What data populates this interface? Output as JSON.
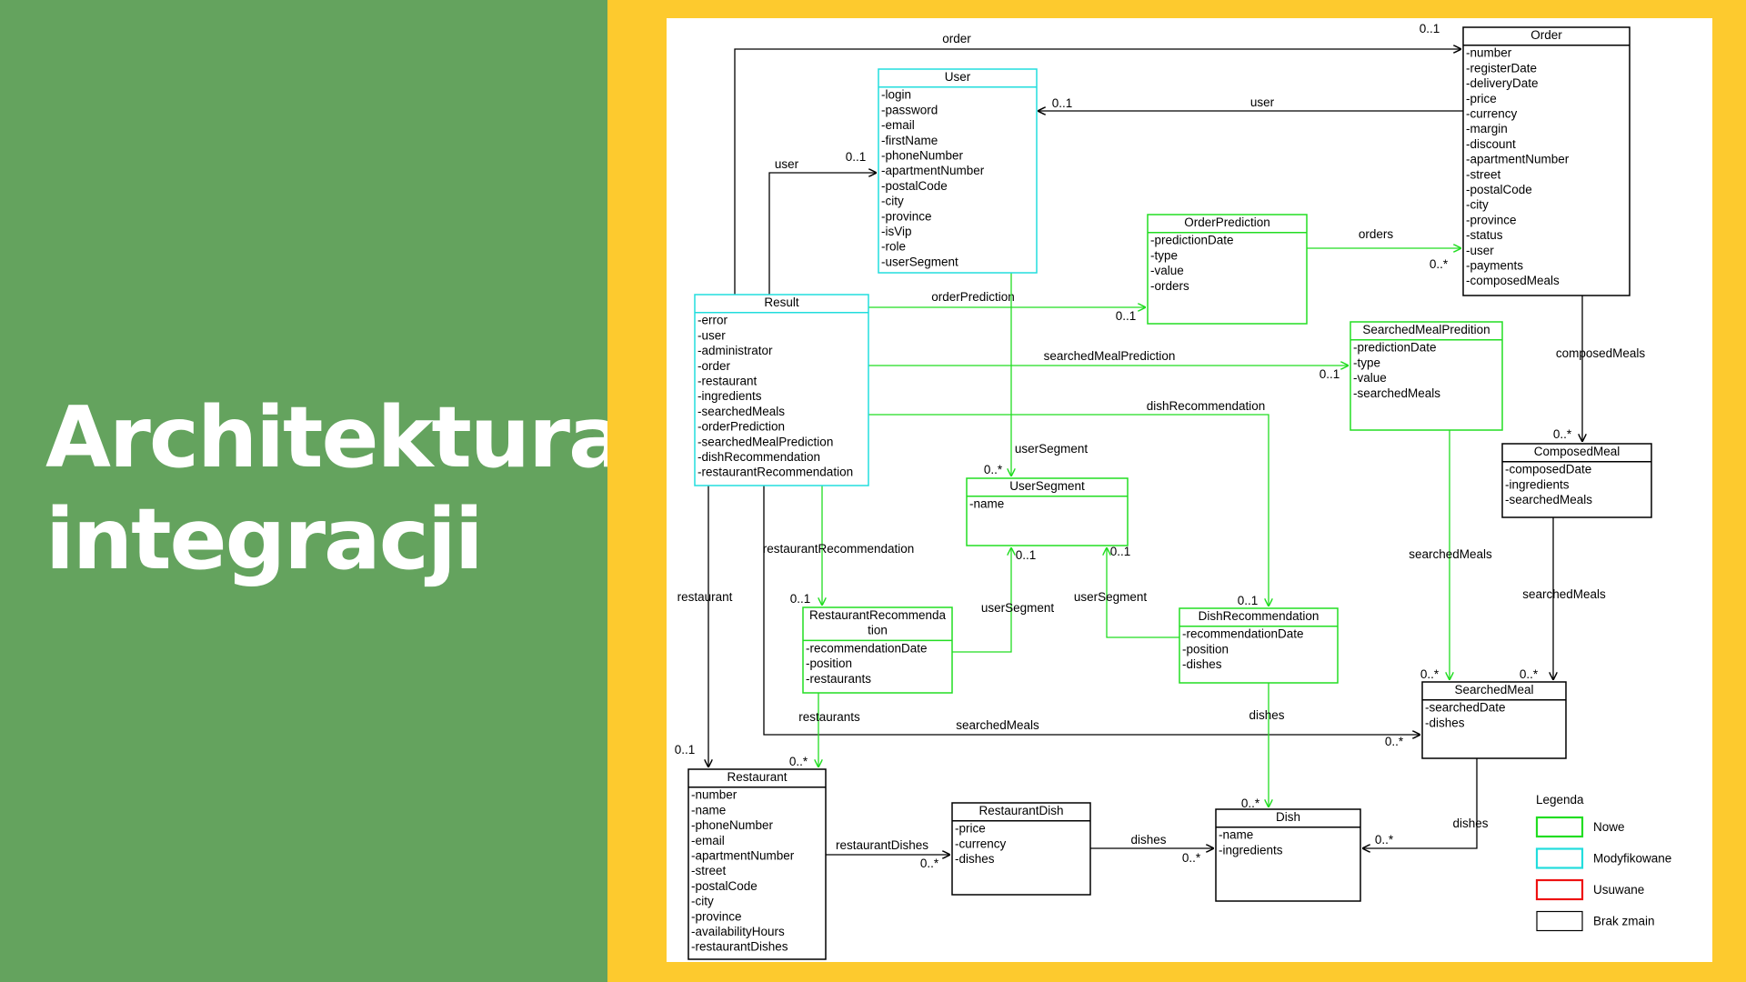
{
  "slide": {
    "title_line1": "Architektura",
    "title_line2": "integracji"
  },
  "colors": {
    "left": "#64a35e",
    "right": "#fdca2e",
    "new": "#22dd22",
    "modified": "#22dddd",
    "removed": "#ee1111",
    "unchanged": "#000000"
  },
  "classes": [
    {
      "id": "User",
      "name": "User",
      "status": "modified",
      "attrs": [
        "-login",
        "-password",
        "-email",
        "-firstName",
        "-phoneNumber",
        "-apartmentNumber",
        "-postalCode",
        "-city",
        "-province",
        "-isVip",
        "-role",
        "-userSegment"
      ]
    },
    {
      "id": "Order",
      "name": "Order",
      "status": "unchanged",
      "attrs": [
        "-number",
        "-registerDate",
        "-deliveryDate",
        "-price",
        "-currency",
        "-margin",
        "-discount",
        "-apartmentNumber",
        "-street",
        "-postalCode",
        "-city",
        "-province",
        "-status",
        "-user",
        "-payments",
        "-composedMeals"
      ]
    },
    {
      "id": "OrderPrediction",
      "name": "OrderPrediction",
      "status": "new",
      "attrs": [
        "-predictionDate",
        "-type",
        "-value",
        "-orders"
      ]
    },
    {
      "id": "Result",
      "name": "Result",
      "status": "modified",
      "attrs": [
        "-error",
        "-user",
        "-administrator",
        "-order",
        "-restaurant",
        "-ingredients",
        "-searchedMeals",
        "-orderPrediction",
        "-searchedMealPrediction",
        "-dishRecommendation",
        "-restaurantRecommendation"
      ]
    },
    {
      "id": "SearchedMealPredition",
      "name": "SearchedMealPredition",
      "status": "new",
      "attrs": [
        "-predictionDate",
        "-type",
        "-value",
        "-searchedMeals"
      ]
    },
    {
      "id": "ComposedMeal",
      "name": "ComposedMeal",
      "status": "unchanged",
      "attrs": [
        "-composedDate",
        "-ingredients",
        "-searchedMeals"
      ]
    },
    {
      "id": "UserSegment",
      "name": "UserSegment",
      "status": "new",
      "attrs": [
        "-name"
      ]
    },
    {
      "id": "RestaurantRecommendation",
      "name": "RestaurantRecommenda|tion",
      "status": "new",
      "attrs": [
        "-recommendationDate",
        "-position",
        "-restaurants"
      ]
    },
    {
      "id": "DishRecommendation",
      "name": "DishRecommendation",
      "status": "new",
      "attrs": [
        "-recommendationDate",
        "-position",
        "-dishes"
      ]
    },
    {
      "id": "SearchedMeal",
      "name": "SearchedMeal",
      "status": "unchanged",
      "attrs": [
        "-searchedDate",
        "-dishes"
      ]
    },
    {
      "id": "Restaurant",
      "name": "Restaurant",
      "status": "unchanged",
      "attrs": [
        "-number",
        "-name",
        "-phoneNumber",
        "-email",
        "-apartmentNumber",
        "-street",
        "-postalCode",
        "-city",
        "-province",
        "-availabilityHours",
        "-restaurantDishes"
      ]
    },
    {
      "id": "RestaurantDish",
      "name": "RestaurantDish",
      "status": "unchanged",
      "attrs": [
        "-price",
        "-currency",
        "-dishes"
      ]
    },
    {
      "id": "Dish",
      "name": "Dish",
      "status": "unchanged",
      "attrs": [
        "-name",
        "-ingredients"
      ]
    }
  ],
  "associations": [
    {
      "id": "result-order",
      "from": "Result",
      "to": "Order",
      "label": "order",
      "mult": "0..1",
      "status": "unchanged"
    },
    {
      "id": "order-user",
      "from": "Order",
      "to": "User",
      "label": "user",
      "mult": "0..1",
      "status": "unchanged"
    },
    {
      "id": "result-user",
      "from": "Result",
      "to": "User",
      "label": "user",
      "mult": "0..1",
      "status": "unchanged"
    },
    {
      "id": "orderprediction-order",
      "from": "OrderPrediction",
      "to": "Order",
      "label": "orders",
      "mult": "0..*",
      "status": "new"
    },
    {
      "id": "result-orderprediction",
      "from": "Result",
      "to": "OrderPrediction",
      "label": "orderPrediction",
      "mult": "0..1",
      "status": "new"
    },
    {
      "id": "result-searchedmealprediction",
      "from": "Result",
      "to": "SearchedMealPredition",
      "label": "searchedMealPrediction",
      "mult": "0..1",
      "status": "new"
    },
    {
      "id": "result-dishrecommendation",
      "from": "Result",
      "to": "DishRecommendation",
      "label": "dishRecommendation",
      "mult": "0..1",
      "status": "new"
    },
    {
      "id": "user-usersegment",
      "from": "User",
      "to": "UserSegment",
      "label": "userSegment",
      "mult": "0..*",
      "status": "new"
    },
    {
      "id": "order-composedmeal",
      "from": "Order",
      "to": "ComposedMeal",
      "label": "composedMeals",
      "mult": "0..*",
      "status": "unchanged"
    },
    {
      "id": "result-restaurantrecommendation",
      "from": "Result",
      "to": "RestaurantRecommendation",
      "label": "restaurantRecommendation",
      "mult": "0..1",
      "status": "new"
    },
    {
      "id": "result-restaurant",
      "from": "Result",
      "to": "Restaurant",
      "label": "restaurant",
      "mult": "0..1",
      "status": "unchanged"
    },
    {
      "id": "restaurantrecommendation-usersegment",
      "from": "RestaurantRecommendation",
      "to": "UserSegment",
      "label": "userSegment",
      "mult": "0..1",
      "status": "new"
    },
    {
      "id": "dishrecommendation-usersegment",
      "from": "DishRecommendation",
      "to": "UserSegment",
      "label": "userSegment",
      "mult": "0..1",
      "status": "new"
    },
    {
      "id": "searchedmealprediction-searchedmeal",
      "from": "SearchedMealPredition",
      "to": "SearchedMeal",
      "label": "searchedMeals",
      "mult": "0..*",
      "status": "new"
    },
    {
      "id": "composedmeal-searchedmeal",
      "from": "ComposedMeal",
      "to": "SearchedMeal",
      "label": "searchedMeals",
      "mult": "0..*",
      "status": "unchanged"
    },
    {
      "id": "result-searchedmeal",
      "from": "Result",
      "to": "SearchedMeal",
      "label": "searchedMeals",
      "mult": "0..*",
      "status": "unchanged"
    },
    {
      "id": "restaurantrecommendation-restaurant",
      "from": "RestaurantRecommendation",
      "to": "Restaurant",
      "label": "restaurants",
      "mult": "0..*",
      "status": "new"
    },
    {
      "id": "dishrecommendation-dish",
      "from": "DishRecommendation",
      "to": "Dish",
      "label": "dishes",
      "mult": "0..*",
      "status": "new"
    },
    {
      "id": "restaurant-restaurantdish",
      "from": "Restaurant",
      "to": "RestaurantDish",
      "label": "restaurantDishes",
      "mult": "0..*",
      "status": "unchanged"
    },
    {
      "id": "restaurantdish-dish",
      "from": "RestaurantDish",
      "to": "Dish",
      "label": "dishes",
      "mult": "0..*",
      "status": "unchanged"
    },
    {
      "id": "searchedmeal-dish",
      "from": "SearchedMeal",
      "to": "Dish",
      "label": "dishes",
      "mult": "0..*",
      "status": "unchanged"
    }
  ],
  "legend": {
    "title": "Legenda",
    "items": [
      {
        "status": "new",
        "label": "Nowe"
      },
      {
        "status": "modified",
        "label": "Modyfikowane"
      },
      {
        "status": "removed",
        "label": "Usuwane"
      },
      {
        "status": "unchanged",
        "label": "Brak zmain"
      }
    ]
  }
}
